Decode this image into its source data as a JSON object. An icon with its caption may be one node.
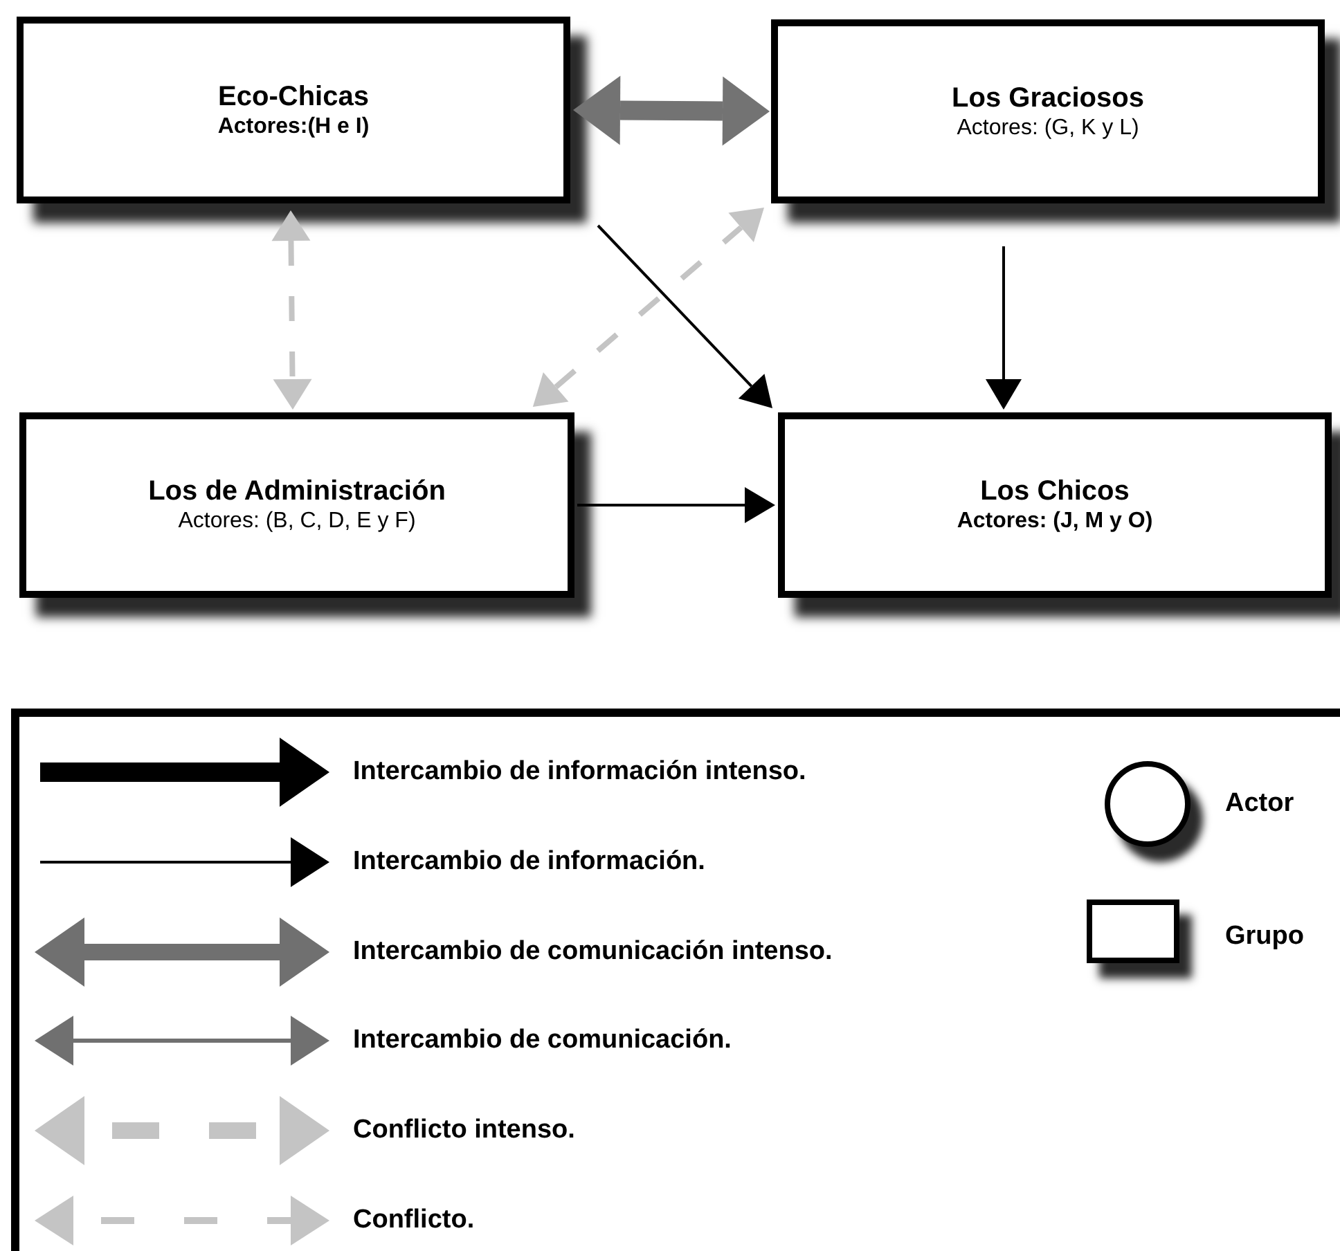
{
  "diagram": {
    "nodes": [
      {
        "text": [
          "Eco-Chicas",
          "Actores:(H e I)"
        ]
      },
      {
        "text": [
          "Los Graciosos",
          "Actores: (G, K y L)"
        ]
      },
      {
        "text": [
          "Los de Administración",
          "Actores: (B, C, D, E y F)"
        ]
      },
      {
        "text": [
          "Los Chicos",
          "Actores: (J, M y O)"
        ]
      }
    ],
    "edges": [
      {
        "from": 0,
        "to": 1,
        "arrow": "both",
        "style": "thick",
        "color": "#737373"
      },
      {
        "from": 0,
        "to": 3,
        "arrow": "to"
      },
      {
        "from": 1,
        "to": 3,
        "arrow": "to"
      },
      {
        "from": 2,
        "to": 3,
        "arrow": "to"
      },
      {
        "from": 0,
        "to": 2,
        "arrow": "both",
        "style": "dashed",
        "color": "#c4c4c4"
      },
      {
        "from": 2,
        "to": 1,
        "arrow": "both",
        "style": "dashed",
        "color": "#c4c4c4"
      }
    ],
    "legend": [
      {
        "text": "Intercambio de información intenso."
      },
      {
        "text": "Intercambio de información."
      },
      {
        "text": "Intercambio de comunicación intenso."
      },
      {
        "text": "Intercambio de comunicación."
      },
      {
        "text": "Conflicto intenso."
      },
      {
        "text": "Conflicto."
      },
      {
        "text": "Actor"
      },
      {
        "text": "Grupo"
      }
    ]
  }
}
